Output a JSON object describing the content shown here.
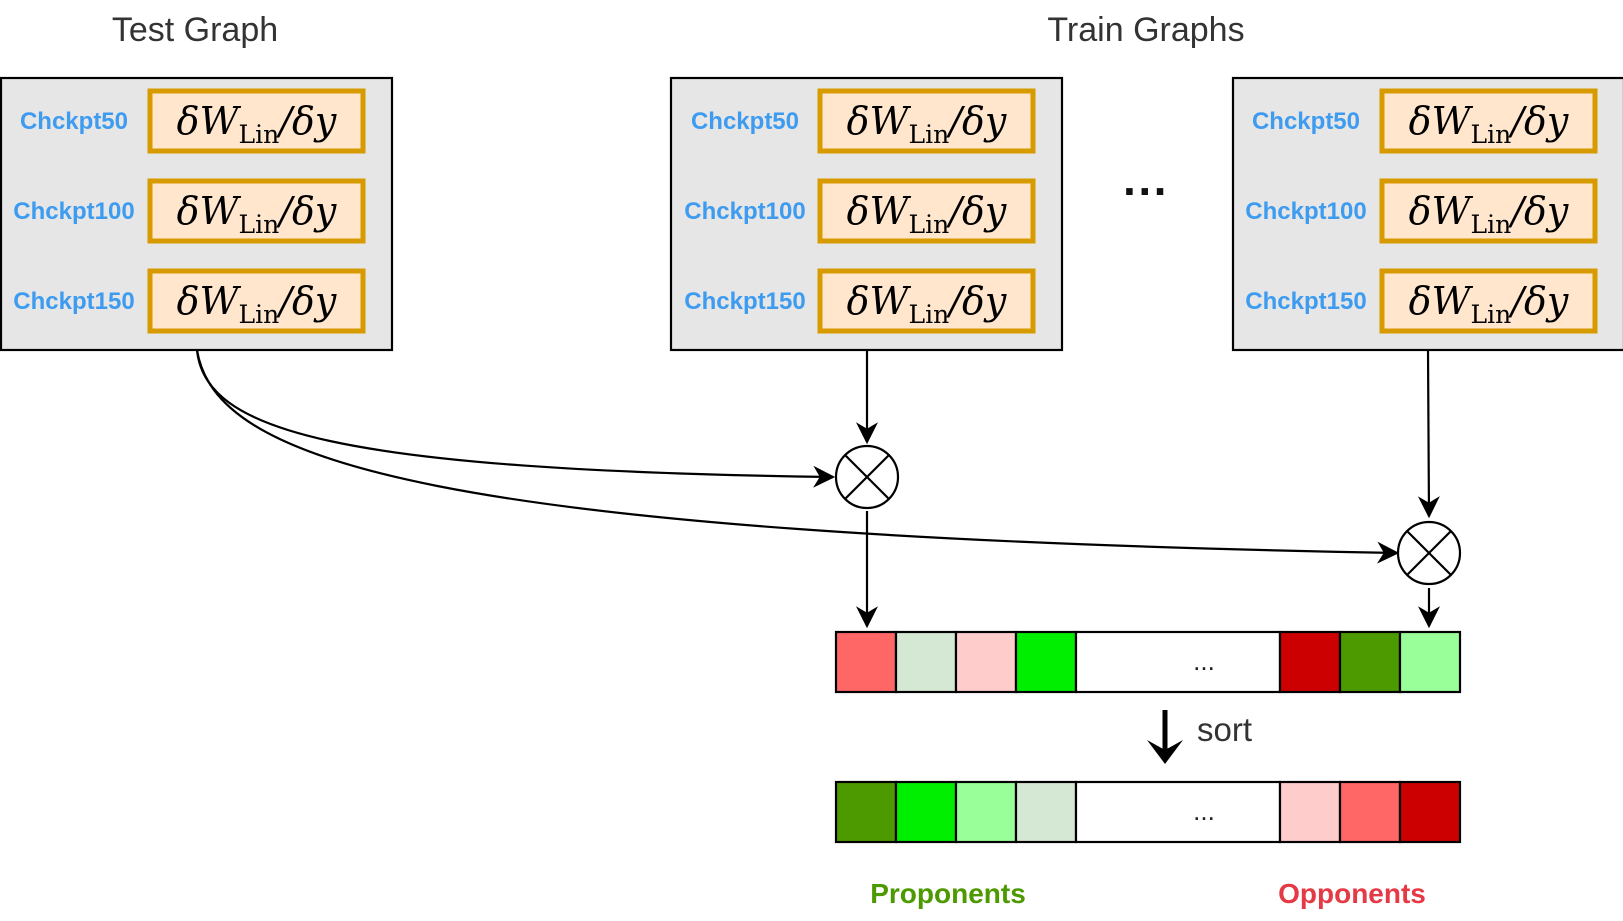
{
  "titles": {
    "test": "Test Graph",
    "train": "Train Graphs"
  },
  "checkpoints": [
    "Chckpt50",
    "Chckpt100",
    "Chckpt150"
  ],
  "gradient": {
    "main": "δW",
    "sub": "Lin",
    "tail": "/δy"
  },
  "ellipsis_graphs": "···",
  "bar_ellipsis": "...",
  "sort_label": "sort",
  "labels": {
    "proponents": "Proponents",
    "opponents": "Opponents"
  },
  "colors": {
    "checkpoint_text": "#3d9bf0",
    "box_fill": "#e6e6e6",
    "cell_fill": "#ffe6cc",
    "cell_border": "#d79b00",
    "proponents": "#4d9900",
    "opponents": "#e63946"
  },
  "unsorted_cells": [
    "#ff6666",
    "#d5e8d4",
    "#ffcccc",
    "#00ee00",
    "#ffffff",
    "#cc0000",
    "#4d9900",
    "#99ff99"
  ],
  "sorted_cells": [
    "#4d9900",
    "#00ee00",
    "#99ff99",
    "#d5e8d4",
    "#ffffff",
    "#ffcccc",
    "#ff6666",
    "#cc0000"
  ]
}
